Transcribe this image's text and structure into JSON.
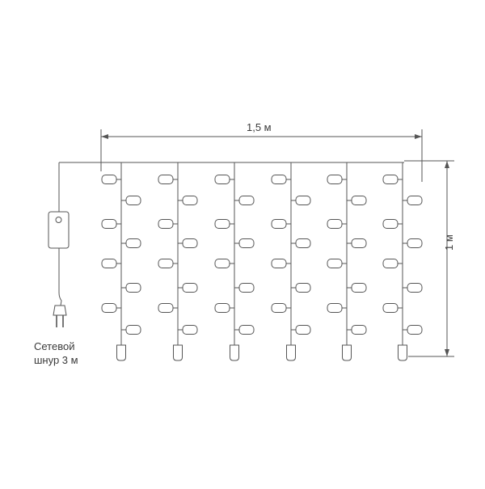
{
  "dimensions": {
    "width_label": "1,5 м",
    "height_label": "1 м"
  },
  "power_cord": {
    "label_line1": "Сетевой",
    "label_line2": "шнур 3 м"
  },
  "icons": [
    "controller-box-icon",
    "plug-icon",
    "led-bulb-icon"
  ],
  "colors": {
    "line": "#555555",
    "background": "#ffffff"
  }
}
